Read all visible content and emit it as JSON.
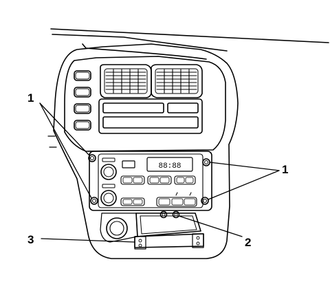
{
  "callouts": {
    "mount_screws_left": "1",
    "mount_screws_right": "1",
    "storage_bin_nut": "2",
    "storage_bin_bracket": "3"
  },
  "radio": {
    "clock_display": "88:88"
  }
}
